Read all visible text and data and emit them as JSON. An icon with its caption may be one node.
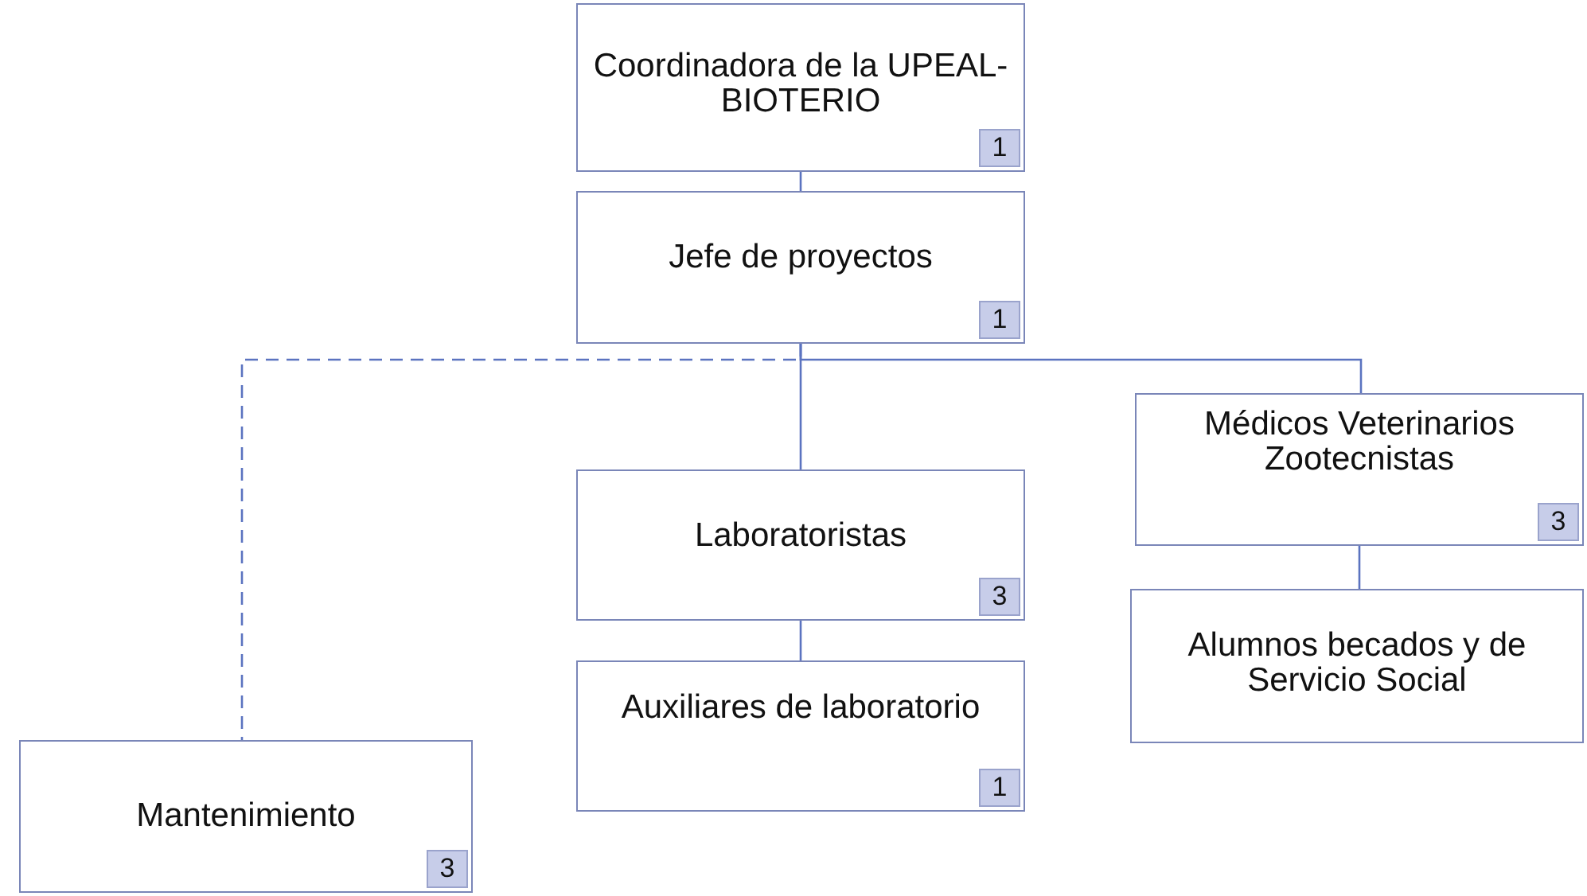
{
  "diagram": {
    "nodes": [
      {
        "text": [
          "Coordinadora de la UPEAL-BIOTERIO",
          "1"
        ]
      },
      {
        "text": [
          "Jefe de proyectos",
          "1"
        ]
      },
      {
        "text": [
          "Laboratoristas",
          "3"
        ]
      },
      {
        "text": [
          "Auxiliares de laboratorio",
          "1"
        ]
      },
      {
        "text": [
          "Médicos Veterinarios Zootecnistas",
          "3"
        ]
      },
      {
        "text": [
          "Alumnos becados y de Servicio Social"
        ]
      },
      {
        "text": [
          "Mantenimiento",
          "3"
        ]
      }
    ],
    "edges": [
      {
        "from": 0,
        "to": 1,
        "arrow": "none"
      },
      {
        "from": 1,
        "to": 2,
        "arrow": "none"
      },
      {
        "from": 1,
        "to": 4,
        "arrow": "none"
      },
      {
        "from": 1,
        "to": 6,
        "arrow": "none",
        "style": "dashed"
      },
      {
        "from": 2,
        "to": 3,
        "arrow": "none"
      },
      {
        "from": 4,
        "to": 5,
        "arrow": "none"
      }
    ]
  }
}
